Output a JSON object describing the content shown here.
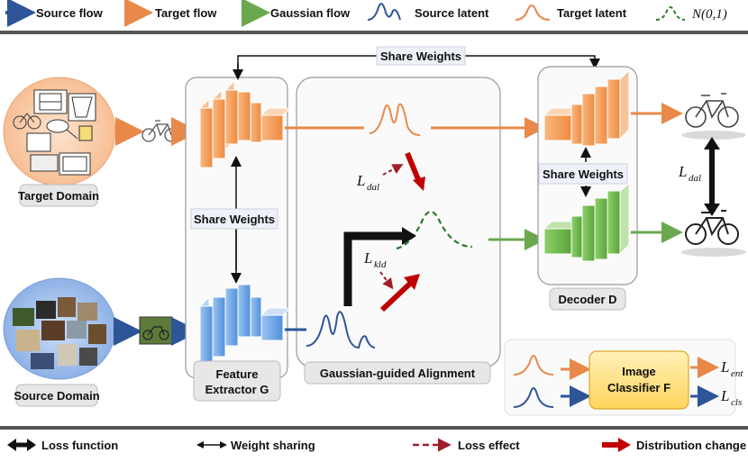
{
  "legend_top": {
    "source_flow": "Source flow",
    "target_flow": "Target flow",
    "gaussian_flow": "Gaussian flow",
    "source_latent": "Source latent",
    "target_latent": "Target latent",
    "normal_dist": "N(0,1)"
  },
  "legend_bottom": {
    "loss_function": "Loss function",
    "weight_sharing": "Weight sharing",
    "loss_effect": "Loss effect",
    "distribution_change": "Distribution change"
  },
  "labels": {
    "share_weights_top": "Share Weights",
    "share_weights_left": "Share Weights",
    "share_weights_decoder": "Share Weights",
    "target_domain": "Target Domain",
    "source_domain": "Source Domain",
    "feature_extractor_line1": "Feature",
    "feature_extractor_line2": "Extractor G",
    "alignment": "Gaussian-guided Alignment",
    "decoder": "Decoder D",
    "classifier_line1": "Image",
    "classifier_line2": "Classifier F"
  },
  "math": {
    "L": "L",
    "dal": "dal",
    "kld": "kld",
    "ent": "ent",
    "cls": "cls"
  },
  "colors": {
    "source_flow": "#2e5597",
    "target_flow": "#e8894a",
    "gaussian_flow": "#6aa84f",
    "loss_effect": "#a01e2c",
    "distribution_change": "#c00000",
    "extractor_orange": "#f6a15f",
    "extractor_blue": "#6fa8e8",
    "decoder_green": "#70b84d",
    "classifier_fill": "#ffe08a"
  }
}
